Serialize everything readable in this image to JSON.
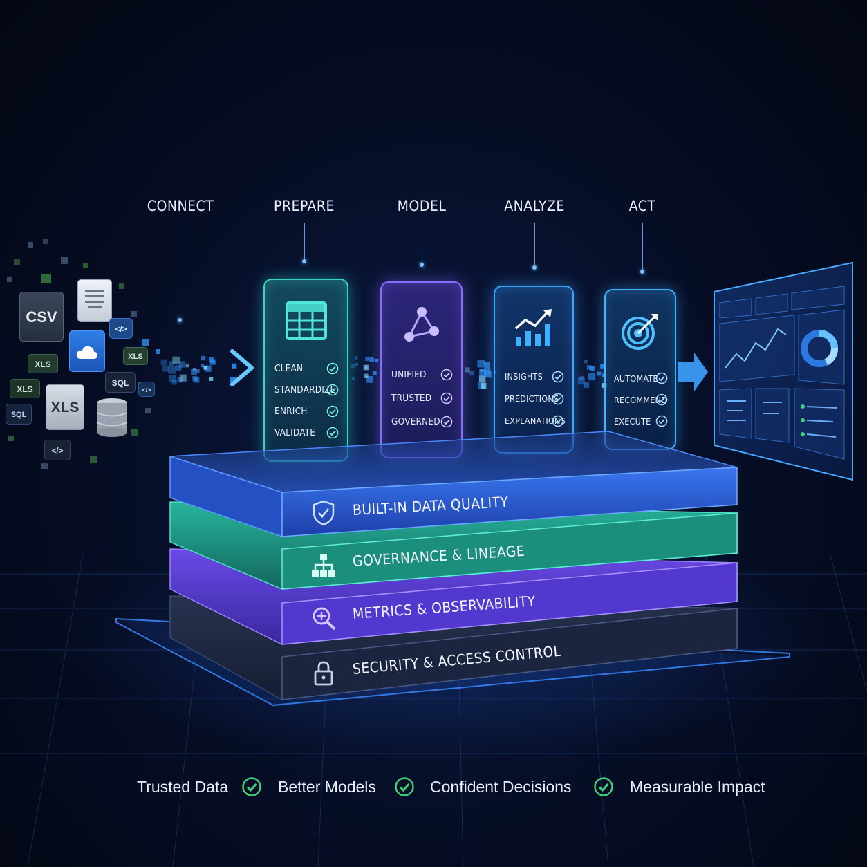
{
  "stages": [
    {
      "label": "CONNECT"
    },
    {
      "label": "PREPARE",
      "items": [
        "CLEAN",
        "STANDARDIZE",
        "ENRICH",
        "VALIDATE"
      ]
    },
    {
      "label": "MODEL",
      "items": [
        "UNIFIED",
        "TRUSTED",
        "GOVERNED"
      ]
    },
    {
      "label": "ANALYZE",
      "items": [
        "INSIGHTS",
        "PREDICTIONS",
        "EXPLANATIONS"
      ]
    },
    {
      "label": "ACT",
      "items": [
        "AUTOMATE",
        "RECOMMEND",
        "EXECUTE"
      ]
    }
  ],
  "sources": {
    "csv": "CSV",
    "xls_large": "XLS",
    "xls_small": "XLS",
    "xls_left": "XLS",
    "xls_right": "XLS",
    "sql_a": "SQL",
    "sql_b": "SQL",
    "code_a": "</>",
    "code_b": "</>",
    "code_c": "</>"
  },
  "layers": [
    {
      "label": "BUILT-IN DATA QUALITY",
      "icon": "shield-check-icon",
      "color": "#2f63e0"
    },
    {
      "label": "GOVERNANCE & LINEAGE",
      "icon": "hierarchy-icon",
      "color": "#1f9b86"
    },
    {
      "label": "METRICS & OBSERVABILITY",
      "icon": "magnifier-icon",
      "color": "#5a3fd6"
    },
    {
      "label": "SECURITY & ACCESS CONTROL",
      "icon": "lock-icon",
      "color": "#1a2540"
    }
  ],
  "benefits": [
    "Trusted Data",
    "Better Models",
    "Confident Decisions",
    "Measurable Impact"
  ],
  "colors": {
    "check": "#3fd07a",
    "teal": "#37d6c8",
    "purple": "#8c6cff",
    "blue": "#39a6ff"
  }
}
